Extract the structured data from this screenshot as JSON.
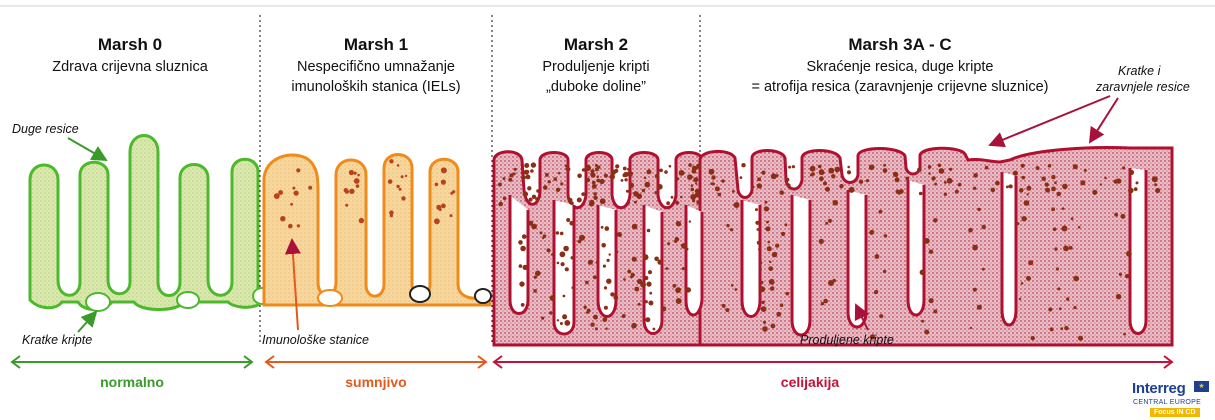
{
  "stages": [
    {
      "title": "Marsh 0",
      "subtitle": [
        "Zdrava crijevna sluznica"
      ]
    },
    {
      "title": "Marsh 1",
      "subtitle": [
        "Nespecifično umnažanje",
        "imunoloških stanica (IELs)"
      ]
    },
    {
      "title": "Marsh 2",
      "subtitle": [
        "Produljenje kripti",
        "„duboke doline”"
      ]
    },
    {
      "title": "Marsh 3A - C",
      "subtitle": [
        "Skraćenje resica, duge kripte",
        "= atrofija  resica (zaravnjenje crijevne sluznice)"
      ]
    }
  ],
  "annotations": {
    "long_villi": "Duge resice",
    "short_crypts": "Kratke kripte",
    "immune_cells": "Imunološke stanice",
    "elongated_crypts": "Produljene kripte",
    "flat_villi": [
      "Kratke i",
      "zaravnjele resice"
    ]
  },
  "categories": [
    {
      "label": "normalno",
      "color": "#3a9a2a"
    },
    {
      "label": "sumnjivo",
      "color": "#e25a1c"
    },
    {
      "label": "celijakija",
      "color": "#c0123a"
    }
  ],
  "colors": {
    "normal_fill": "#dbe8b0",
    "normal_stroke": "#4cb82c",
    "suspicious_fill": "#f7d8a0",
    "suspicious_stroke": "#f08a1a",
    "celiac_fill": "#e4b8c0",
    "celiac_stroke": "#b01030",
    "cell_dot": "#b8431a",
    "celiac_dot": "#8c2e16"
  },
  "logo": {
    "word": "Interreg",
    "region": "CENTRAL EUROPE",
    "project": "Focus IN CD"
  }
}
